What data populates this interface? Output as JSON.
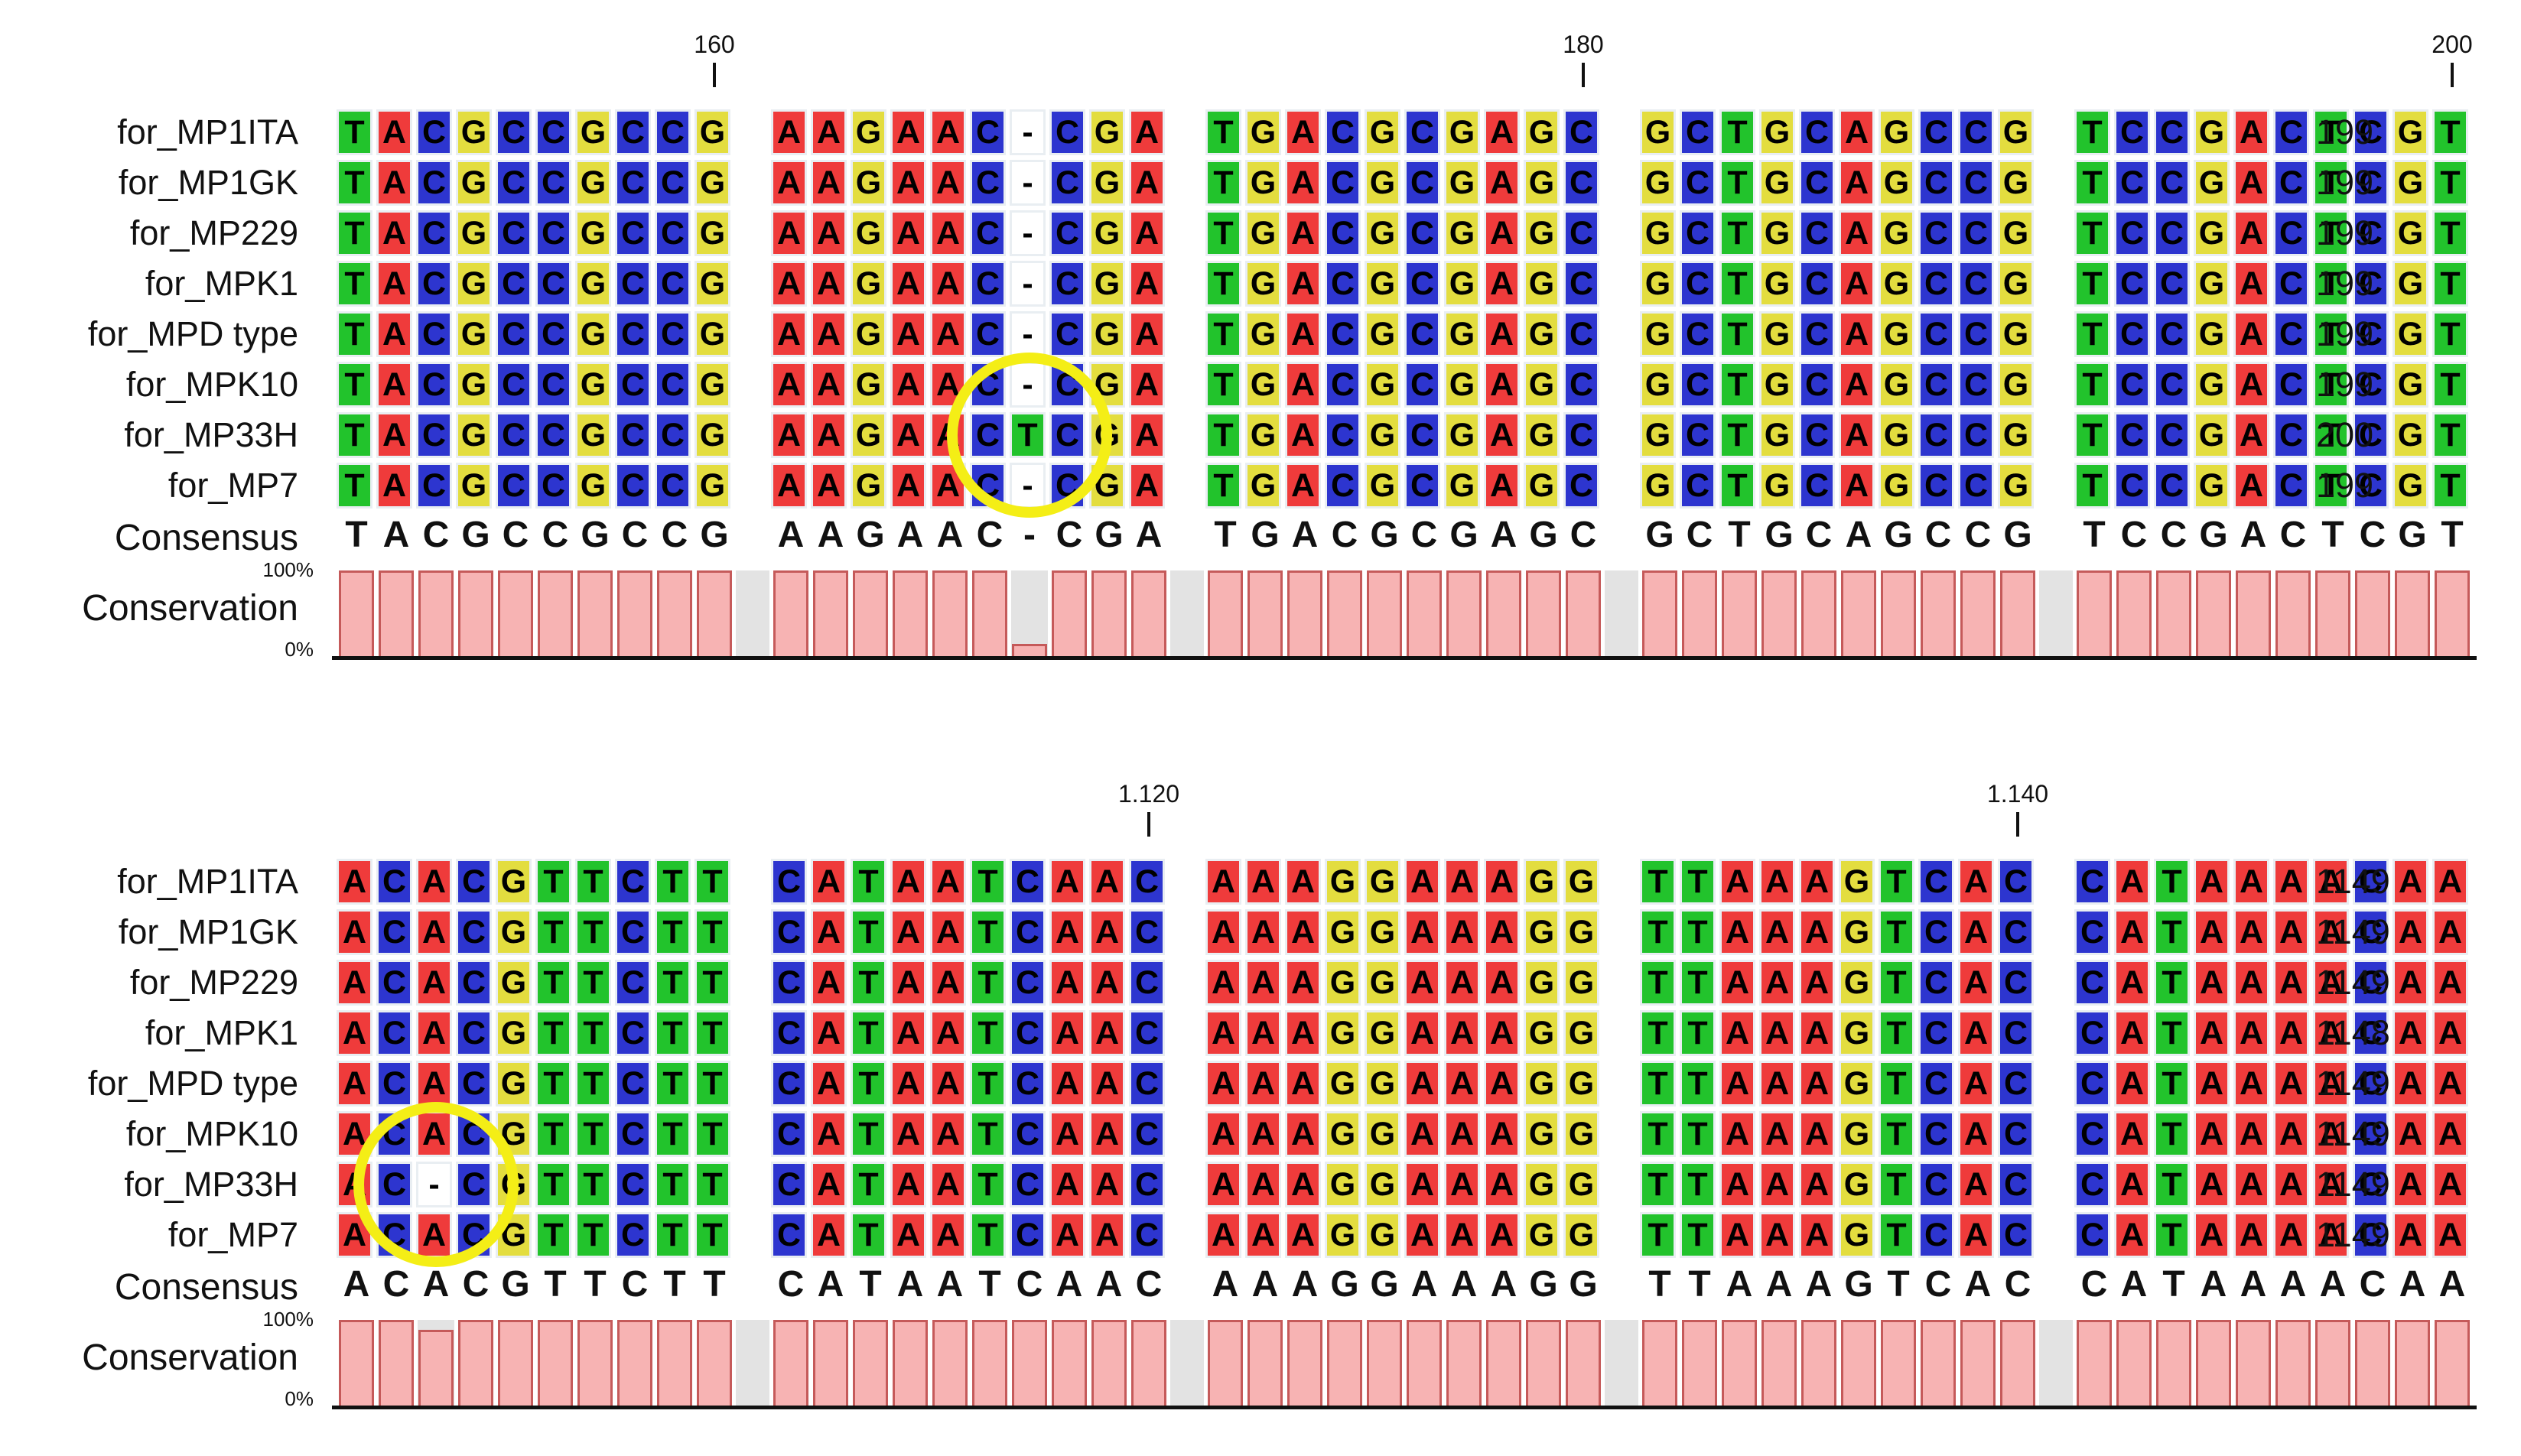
{
  "colors": {
    "A": "#ef3b3b",
    "C": "#2d35cf",
    "G": "#e3dd3f",
    "T": "#22c32c",
    "-": "#ffffff",
    "highlight": "#f4ee16",
    "conservation_bar": "#f7b3b3",
    "conservation_gap": "#e3e3e3"
  },
  "panels": [
    {
      "ruler": [
        {
          "label": "160"
        },
        {
          "label": "180"
        },
        {
          "label": "200"
        }
      ],
      "sequences": [
        {
          "name": "for_MP1ITA",
          "blocks": [
            "TACGCCGCCG",
            "AAGAAC-CGA",
            "TGACGCGAGC",
            "GCTGCAGCCG",
            "TCCGACTCGT"
          ],
          "count": "199"
        },
        {
          "name": "for_MP1GK",
          "blocks": [
            "TACGCCGCCG",
            "AAGAAC-CGA",
            "TGACGCGAGC",
            "GCTGCAGCCG",
            "TCCGACTCGT"
          ],
          "count": "199"
        },
        {
          "name": "for_MP229",
          "blocks": [
            "TACGCCGCCG",
            "AAGAAC-CGA",
            "TGACGCGAGC",
            "GCTGCAGCCG",
            "TCCGACTCGT"
          ],
          "count": "199"
        },
        {
          "name": "for_MPK1",
          "blocks": [
            "TACGCCGCCG",
            "AAGAAC-CGA",
            "TGACGCGAGC",
            "GCTGCAGCCG",
            "TCCGACTCGT"
          ],
          "count": "199"
        },
        {
          "name": "for_MPD type",
          "blocks": [
            "TACGCCGCCG",
            "AAGAAC-CGA",
            "TGACGCGAGC",
            "GCTGCAGCCG",
            "TCCGACTCGT"
          ],
          "count": "199"
        },
        {
          "name": "for_MPK10",
          "blocks": [
            "TACGCCGCCG",
            "AAGAAC-CGA",
            "TGACGCGAGC",
            "GCTGCAGCCG",
            "TCCGACTCGT"
          ],
          "count": "199"
        },
        {
          "name": "for_MP33H",
          "blocks": [
            "TACGCCGCCG",
            "AAGAACTCGA",
            "TGACGCGAGC",
            "GCTGCAGCCG",
            "TCCGACTCGT"
          ],
          "count": "200"
        },
        {
          "name": "for_MP7",
          "blocks": [
            "TACGCCGCCG",
            "AAGAAC-CGA",
            "TGACGCGAGC",
            "GCTGCAGCCG",
            "TCCGACTCGT"
          ],
          "count": "199"
        }
      ],
      "consensus_label": "Consensus",
      "consensus": [
        "TACGCCGCCG",
        "AAGAAC-CGA",
        "TGACGCGAGC",
        "GCTGCAGCCG",
        "TCCGACTCGT"
      ],
      "conservation_label": "Conservation",
      "conservation_max": "100%",
      "conservation_min": "0%",
      "conservation": [
        [
          100,
          100,
          100,
          100,
          100,
          100,
          100,
          100,
          100,
          100
        ],
        [
          100,
          100,
          100,
          100,
          100,
          100,
          14,
          100,
          100,
          100
        ],
        [
          100,
          100,
          100,
          100,
          100,
          100,
          100,
          100,
          100,
          100
        ],
        [
          100,
          100,
          100,
          100,
          100,
          100,
          100,
          100,
          100,
          100
        ],
        [
          100,
          100,
          100,
          100,
          100,
          100,
          100,
          100,
          100,
          100
        ]
      ],
      "highlight": {
        "row": 6,
        "block": 1,
        "col": 6
      }
    },
    {
      "ruler": [
        {
          "label": "1.120"
        },
        {
          "label": "1.140"
        }
      ],
      "sequences": [
        {
          "name": "for_MP1ITA",
          "blocks": [
            "ACACGTTCTT",
            "CATAATCAAC",
            "AAAGGAAAGG",
            "TTAAAGTCAC",
            "CATAAAACAA"
          ],
          "count": "1149"
        },
        {
          "name": "for_MP1GK",
          "blocks": [
            "ACACGTTCTT",
            "CATAATCAAC",
            "AAAGGAAAGG",
            "TTAAAGTCAC",
            "CATAAAACAA"
          ],
          "count": "1149"
        },
        {
          "name": "for_MP229",
          "blocks": [
            "ACACGTTCTT",
            "CATAATCAAC",
            "AAAGGAAAGG",
            "TTAAAGTCAC",
            "CATAAAACAA"
          ],
          "count": "1149"
        },
        {
          "name": "for_MPK1",
          "blocks": [
            "ACACGTTCTT",
            "CATAATCAAC",
            "AAAGGAAAGG",
            "TTAAAGTCAC",
            "CATAAAACAA"
          ],
          "count": "1148"
        },
        {
          "name": "for_MPD type",
          "blocks": [
            "ACACGTTCTT",
            "CATAATCAAC",
            "AAAGGAAAGG",
            "TTAAAGTCAC",
            "CATAAAACAA"
          ],
          "count": "1149"
        },
        {
          "name": "for_MPK10",
          "blocks": [
            "ACACGTTCTT",
            "CATAATCAAC",
            "AAAGGAAAGG",
            "TTAAAGTCAC",
            "CATAAAACAA"
          ],
          "count": "1149"
        },
        {
          "name": "for_MP33H",
          "blocks": [
            "AC-CGTTCTT",
            "CATAATCAAC",
            "AAAGGAAAGG",
            "TTAAAGTCAC",
            "CATAAAACAA"
          ],
          "count": "1149"
        },
        {
          "name": "for_MP7",
          "blocks": [
            "ACACGTTCTT",
            "CATAATCAAC",
            "AAAGGAAAGG",
            "TTAAAGTCAC",
            "CATAAAACAA"
          ],
          "count": "1149"
        }
      ],
      "consensus_label": "Consensus",
      "consensus": [
        "ACACGTTCTT",
        "CATAATCAAC",
        "AAAGGAAAGG",
        "TTAAAGTCAC",
        "CATAAAACAA"
      ],
      "conservation_label": "Conservation",
      "conservation_max": "100%",
      "conservation_min": "0%",
      "conservation": [
        [
          100,
          100,
          88,
          100,
          100,
          100,
          100,
          100,
          100,
          100
        ],
        [
          100,
          100,
          100,
          100,
          100,
          100,
          100,
          100,
          100,
          100
        ],
        [
          100,
          100,
          100,
          100,
          100,
          100,
          100,
          100,
          100,
          100
        ],
        [
          100,
          100,
          100,
          100,
          100,
          100,
          100,
          100,
          100,
          100
        ],
        [
          100,
          100,
          100,
          100,
          100,
          100,
          100,
          100,
          100,
          100
        ]
      ],
      "highlight": {
        "row": 6,
        "block": 0,
        "col": 2
      }
    }
  ]
}
